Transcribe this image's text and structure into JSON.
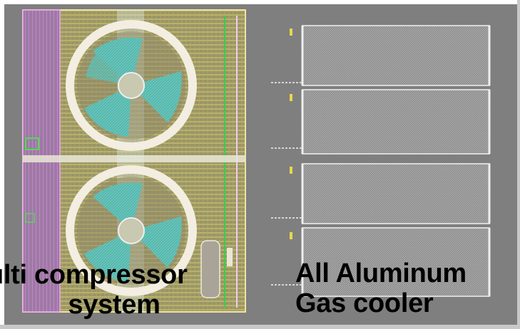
{
  "panels": {
    "left": {
      "title_line1": "ulti compressor",
      "title_line2": "system"
    },
    "right": {
      "title_line1": "All Aluminum",
      "title_line2": "Gas cooler"
    }
  },
  "colors": {
    "background": "#7f7f7f",
    "fan_blade": "#4fb3a8",
    "cad_yellow": "#c8b84a",
    "cad_magenta": "#d37ad9",
    "cad_green": "#33cc33",
    "coil_fill": "#b5b5b5"
  },
  "icons": [
    "fan-icon",
    "compressor-icon"
  ]
}
